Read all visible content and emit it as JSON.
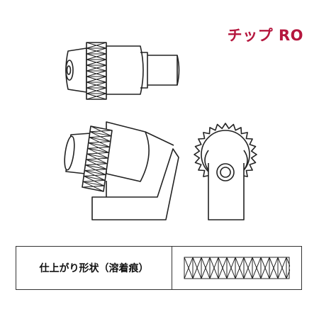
{
  "title": "チップ RO",
  "finish": {
    "label": "仕上がり形状（溶着痕）",
    "pattern_icon": "knurled-weld-pattern"
  },
  "views": [
    "tip-side-view",
    "tip-angled-view",
    "tip-front-view"
  ],
  "colors": {
    "title": "#b5173e",
    "line": "#222222"
  }
}
